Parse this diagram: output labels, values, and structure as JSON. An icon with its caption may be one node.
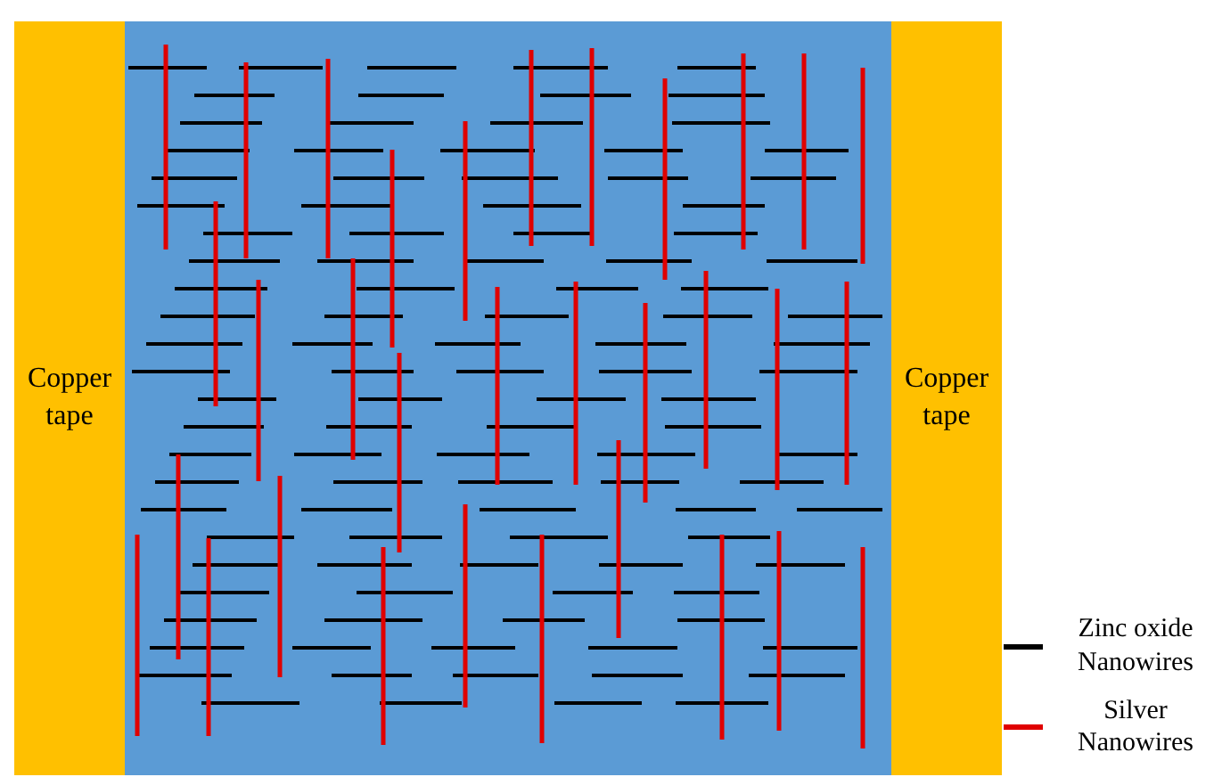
{
  "diagram": {
    "nodes": [
      {
        "text": [
          "Copper tape"
        ]
      },
      {
        "text": [
          "Copper tape"
        ]
      }
    ],
    "legend": [
      {
        "text": "Zinc oxide Nanowires"
      },
      {
        "text": "Silver Nanowires"
      }
    ]
  }
}
